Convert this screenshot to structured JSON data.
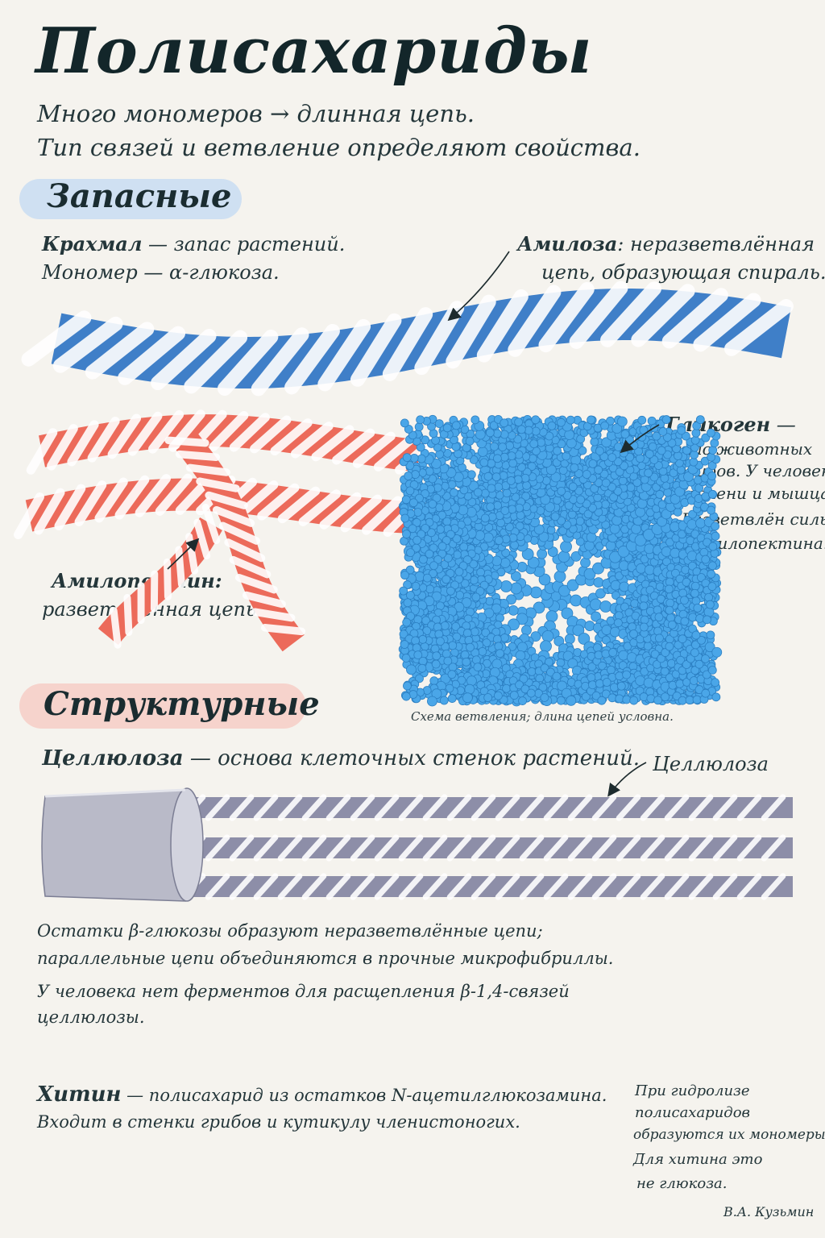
{
  "title": "Полисахариды",
  "intro": {
    "line1": "Много мономеров → длинная цепь.",
    "line2": "Тип связей и ветвление определяют свойства."
  },
  "storage": {
    "heading": "Запасные",
    "starch_name": "Крахмал",
    "starch_desc": " — запас растений.",
    "starch_monomer": "Мономер — α-глюкоза.",
    "amylose_name": "Амилоза",
    "amylose_desc1": ": неразветвлённая",
    "amylose_desc2": "цепь, образующая спираль.",
    "amylopectin_name": "Амилопектин:",
    "amylopectin_desc": "разветвлённая цепь.",
    "glycogen_name": "Гликоген",
    "glycogen_dash": " —",
    "glycogen_l1": "запас животных",
    "glycogen_l2": "и грибов. У человека –",
    "glycogen_l3": "в печени и мышцах.",
    "glycogen_l4": "Разветвлён сильнее",
    "glycogen_l5": "амилопектина.",
    "scheme_caption": "Схема ветвления; длина цепей условна."
  },
  "structural": {
    "heading": "Структурные",
    "cellulose_name": "Целлюлоза",
    "cellulose_desc": " — основа клеточных стенок растений.",
    "cellulose_label": "Целлюлоза",
    "p1_l1": "Остатки β-глюкозы образуют неразветвлённые цепи;",
    "p1_l2": "параллельные цепи объединяются в прочные микрофибриллы.",
    "p2_l1": "У человека нет ферментов для расщепления β-1,4-связей",
    "p2_l2": "целлюлозы.",
    "chitin_name": "Хитин",
    "chitin_desc": " — полисахарид из остатков N-ацетилглюкозамина.",
    "chitin_l2": "Входит в стенки грибов и кутикулу членистоногих."
  },
  "side_note": {
    "l1": "При гидролизе",
    "l2": "полисахаридов",
    "l3": "образуются их мономеры.",
    "l4": "Для хитина это",
    "l5": "не глюкоза."
  },
  "author": "В.А. Кузьмин",
  "colors": {
    "amylose": "#3f7fc8",
    "amylopectin": "#ec6a5a",
    "glycogen": "#4aa6e8",
    "cellulose": "#8d8ea8",
    "pill_blue": "#cfe0f2",
    "pill_red": "#f6d3cc"
  }
}
